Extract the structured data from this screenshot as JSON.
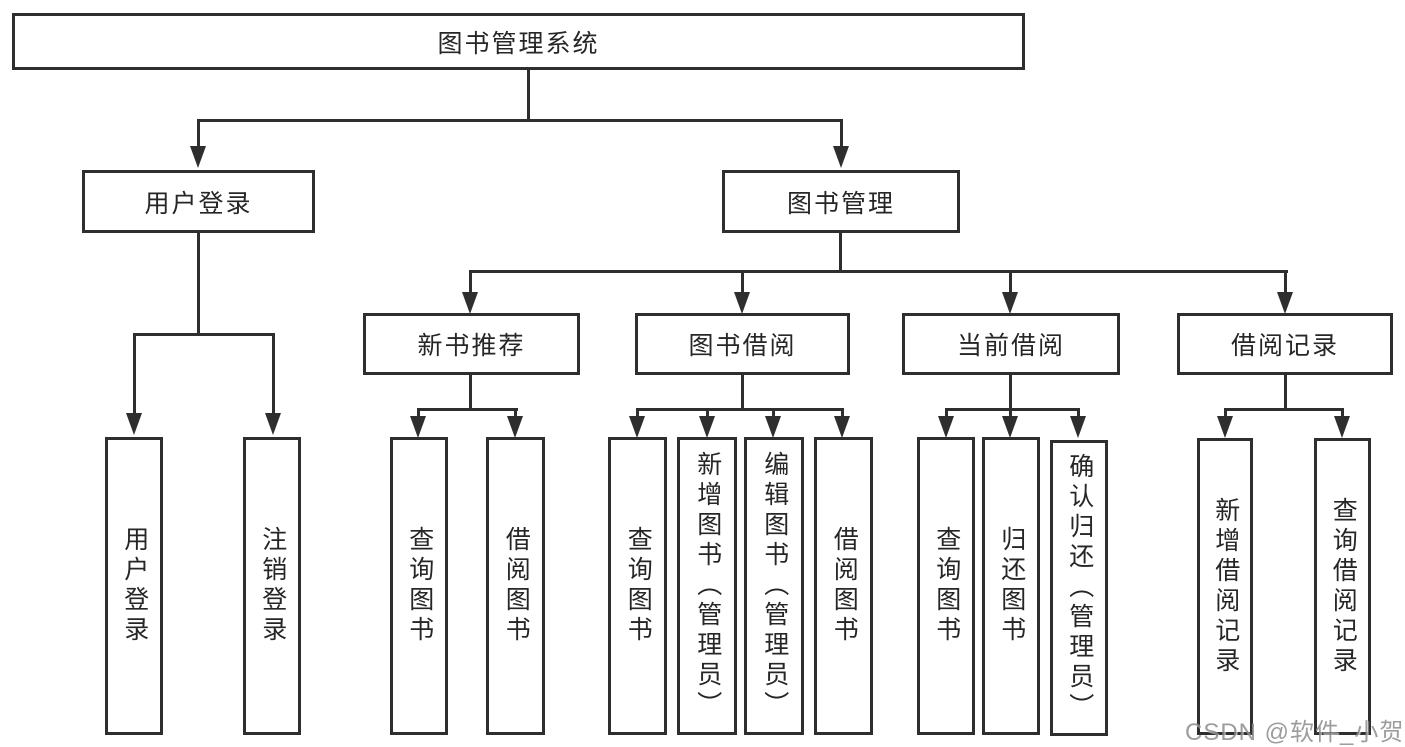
{
  "colors": {
    "line": "#2e2e2e",
    "text": "#262626",
    "background": "#ffffff",
    "watermark": "#8c8c8c"
  },
  "watermark": "CSDN @软件_小贺同学",
  "tree": {
    "root": "图书管理系统",
    "branches": [
      {
        "label": "用户登录",
        "children": [
          "用户登录",
          "注销登录"
        ]
      },
      {
        "label": "图书管理",
        "children": [
          {
            "label": "新书推荐",
            "children": [
              "查询图书",
              "借阅图书"
            ]
          },
          {
            "label": "图书借阅",
            "children": [
              "查询图书",
              "新增图书（管理员）",
              "编辑图书（管理员）",
              "借阅图书"
            ]
          },
          {
            "label": "当前借阅",
            "children": [
              "查询图书",
              "归还图书",
              "确认归还（管理员）"
            ]
          },
          {
            "label": "借阅记录",
            "children": [
              "新增借阅记录",
              "查询借阅记录"
            ]
          }
        ]
      }
    ]
  }
}
